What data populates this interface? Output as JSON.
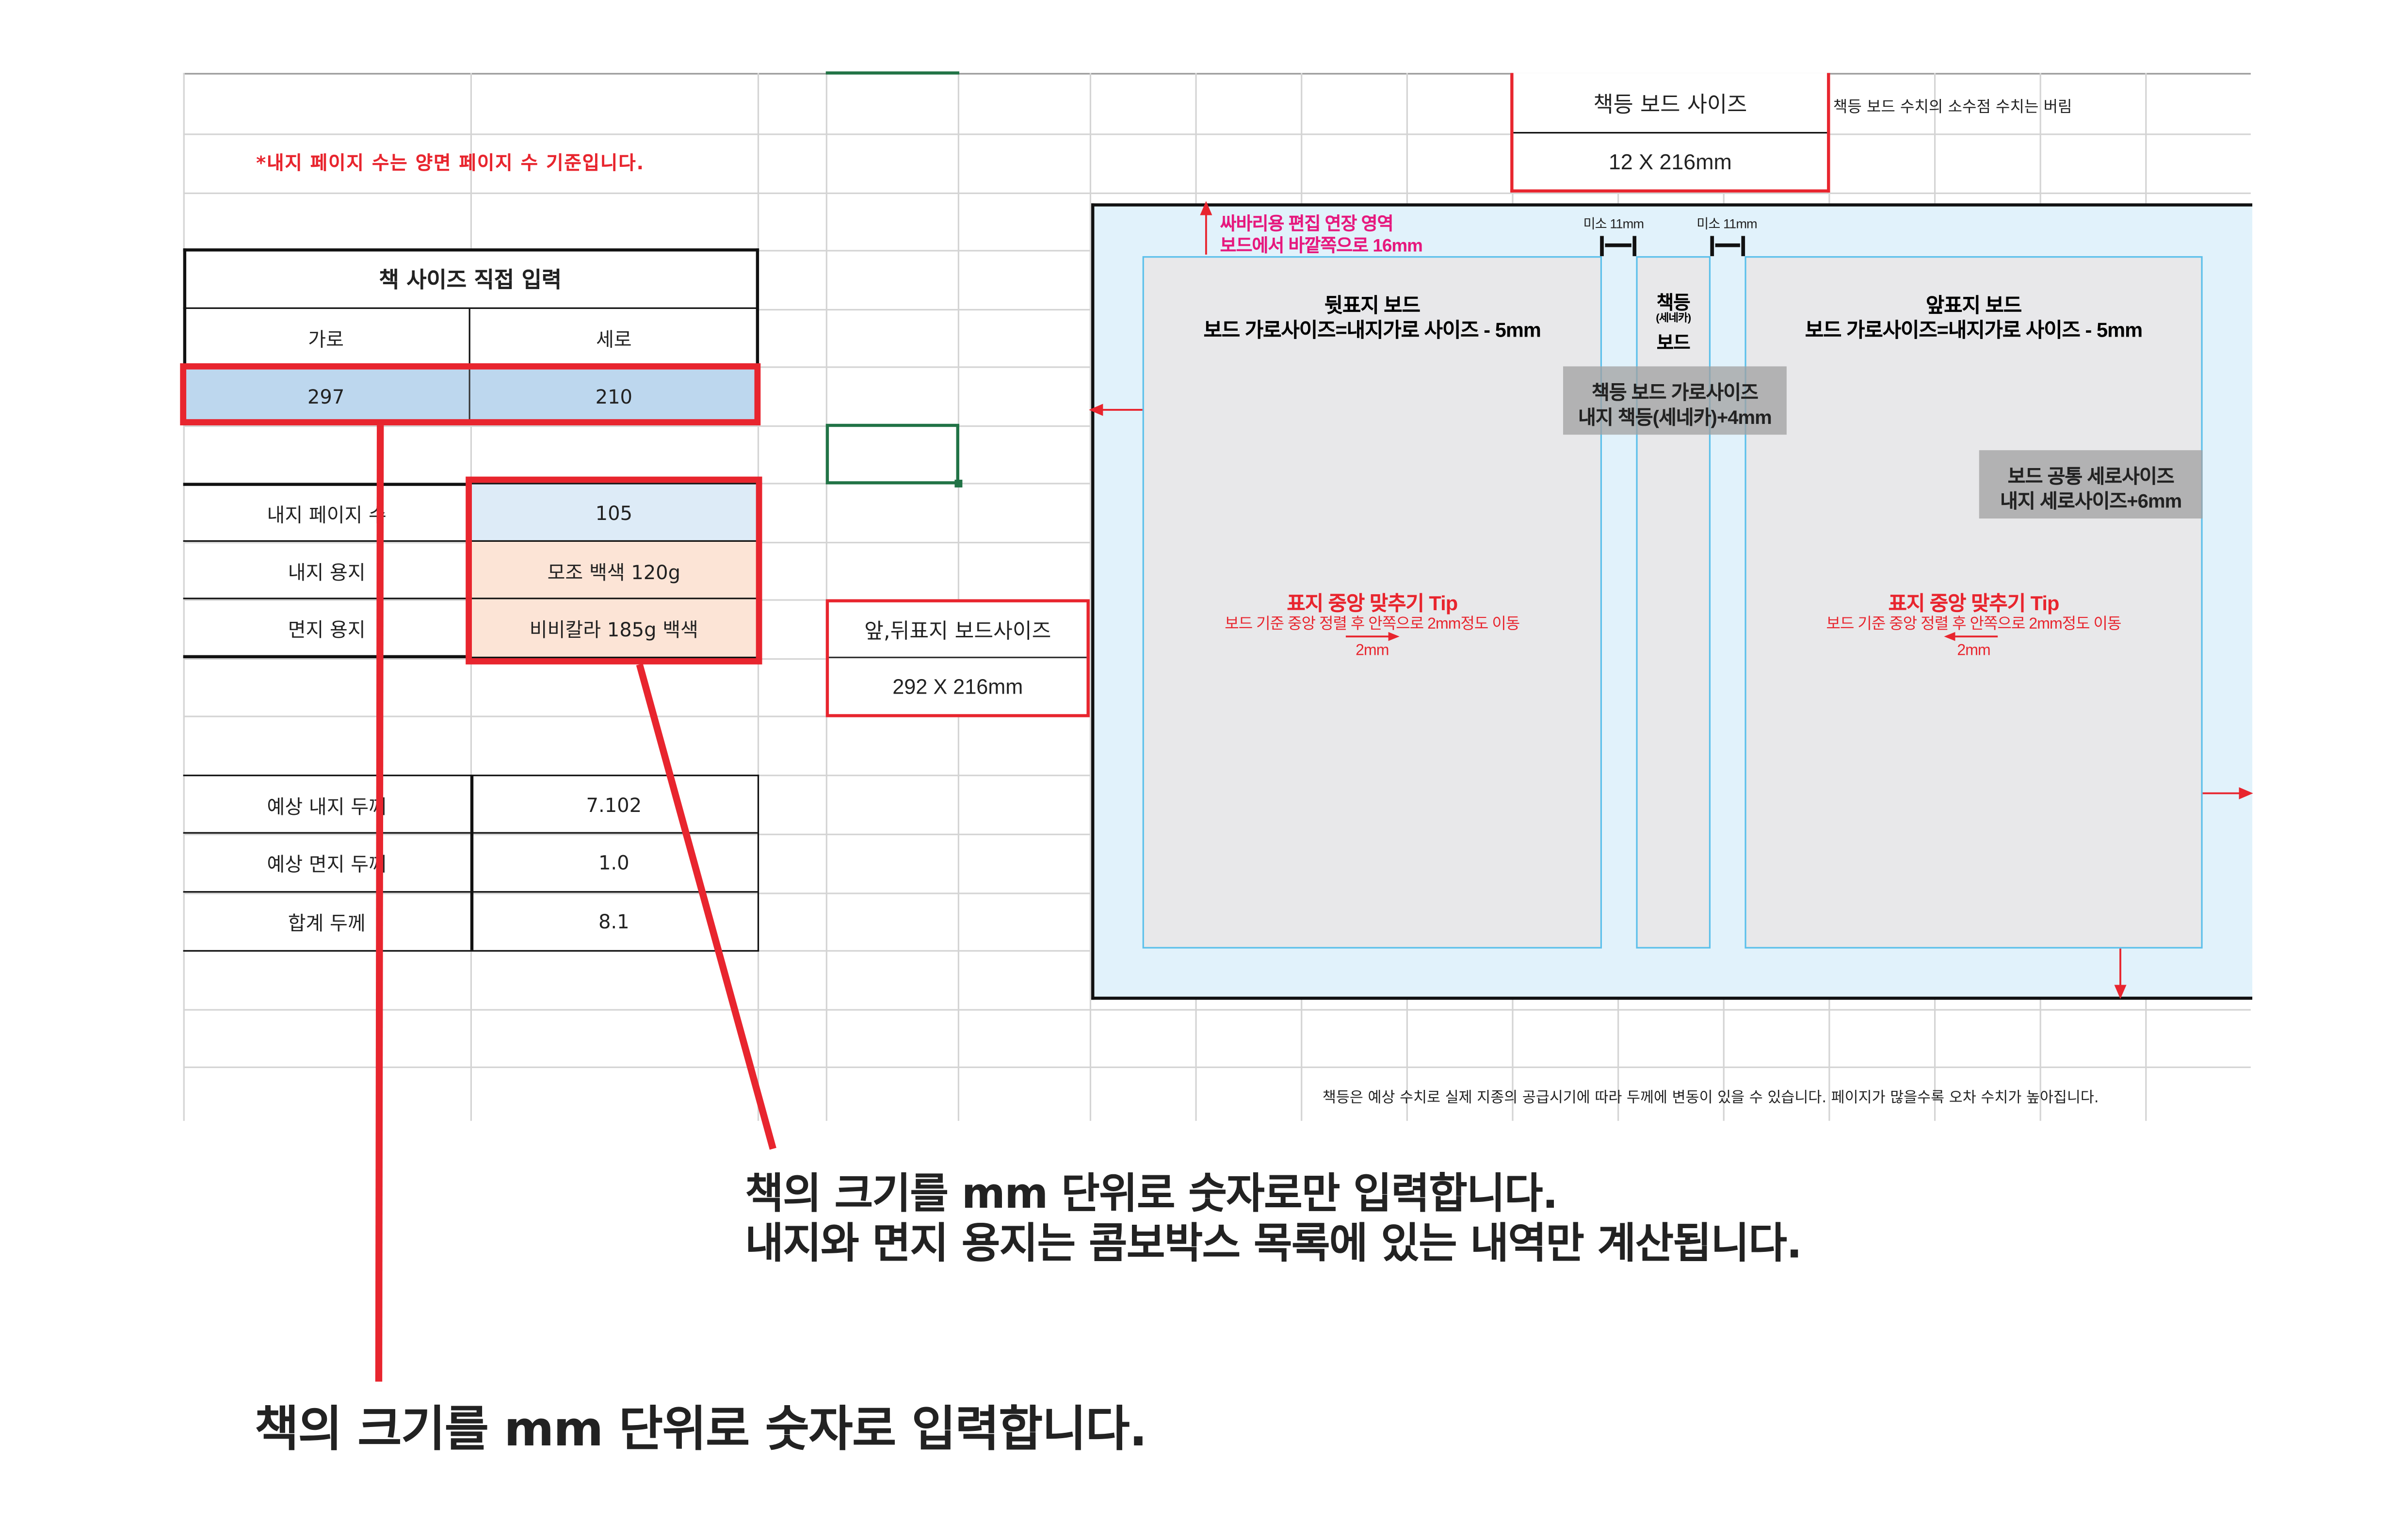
{
  "note_top": "*내지 페이지 수는 양면 페이지 수 기준입니다.",
  "size_table": {
    "title": "책 사이즈 직접 입력",
    "col_width": "가로",
    "col_height": "세로",
    "width_value": "297",
    "height_value": "210"
  },
  "paper_table": {
    "rows": [
      {
        "label": "내지 페이지 수",
        "value": "105"
      },
      {
        "label": "내지 용지",
        "value": "모조 백색 120g"
      },
      {
        "label": "면지 용지",
        "value": "비비칼라 185g 백색"
      }
    ]
  },
  "thickness_table": {
    "rows": [
      {
        "label": "예상 내지 두께",
        "value": "7.102"
      },
      {
        "label": "예상 면지 두께",
        "value": "1.0"
      },
      {
        "label": "합계 두께",
        "value": "8.1"
      }
    ]
  },
  "cover_board": {
    "title": "앞,뒤표지 보드사이즈",
    "value": "292 X 216mm"
  },
  "spine_board": {
    "title": "책등 보드 사이즈",
    "value": "12 X 216mm",
    "note": "책등 보드 수치의 소수점 수치는 버림"
  },
  "diagram": {
    "extension_line1": "싸바리용 편집 연장 영역",
    "extension_line2": "보드에서 바깥쪽으로 16mm",
    "gap_left": "미소 11mm",
    "gap_right": "미소 11mm",
    "back_title": "뒷표지 보드",
    "back_desc": "보드 가로사이즈=내지가로 사이즈 - 5mm",
    "spine_title": "책등",
    "spine_sub": "(세네카)",
    "spine_title2": "보드",
    "spine_label1": "책등 보드 가로사이즈",
    "spine_label2": "내지 책등(세네카)+4mm",
    "front_title": "앞표지 보드",
    "front_desc": "보드 가로사이즈=내지가로 사이즈 - 5mm",
    "height_label1": "보드 공통 세로사이즈",
    "height_label2": "내지 세로사이즈+6mm",
    "tip_title": "표지 중앙 맞추기 Tip",
    "tip_desc": "보드 기준 중앙 정렬 후 안쪽으로 2mm정도 이동",
    "tip_offset": "2mm"
  },
  "footnote": "책등은 예상 수치로 실제 지종의 공급시기에 따라 두께에 변동이 있을 수 있습니다. 페이지가 많을수록 오차 수치가 높아집니다.",
  "callout_paper_1": "책의 크기를 mm 단위로 숫자로만 입력합니다.",
  "callout_paper_2": "내지와 면지 용지는 콤보박스 목록에 있는 내역만 계산됩니다.",
  "callout_size": "책의 크기를 mm 단위로 숫자로 입력합니다.",
  "colors": {
    "red": "#e8252e",
    "input_blue": "#bdd7ee",
    "light_blue": "#ddebf7",
    "peach": "#fce4d6",
    "diagram_bg": "#e1f2fb",
    "board": "#e8e8ea",
    "board_border": "#5bc0eb",
    "magenta": "#e6197e"
  }
}
